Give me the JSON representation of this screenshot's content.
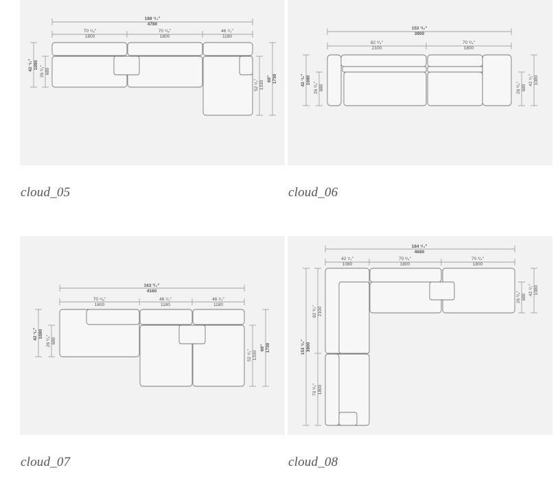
{
  "items": [
    {
      "caption": "cloud_05",
      "dims": {
        "total_in": "188 ¹/₄\"",
        "total_mm": "4780",
        "seg1_in": "70 ⁵/₈\"",
        "seg1_mm": "1800",
        "seg2_in": "70 ⁵/₈\"",
        "seg2_mm": "1800",
        "seg3_in": "46 ¹/₂\"",
        "seg3_mm": "1180",
        "h_outer_in": "42 ¹/₂\"",
        "h_outer_mm": "1080",
        "h_inner_in": "26 ³/₄\"",
        "h_inner_mm": "680",
        "depth_inner_in": "52 ¹/₂\"",
        "depth_inner_mm": "1330",
        "depth_outer_in": "68\"",
        "depth_outer_mm": "1730"
      }
    },
    {
      "caption": "cloud_06",
      "dims": {
        "total_in": "153 ¹/₂\"",
        "total_mm": "3900",
        "seg1_in": "82 ³/₄\"",
        "seg1_mm": "2100",
        "seg2_in": "70 ³/₄\"",
        "seg2_mm": "1800",
        "h_outer_in": "42 ¹/₂\"",
        "h_outer_mm": "1080",
        "h_inner_in": "26 ³/₄\"",
        "h_inner_mm": "680",
        "r_inner_in": "26 ³/₄\"",
        "r_inner_mm": "680",
        "r_outer_in": "42 ¹/₂\"",
        "r_outer_mm": "1080"
      }
    },
    {
      "caption": "cloud_07",
      "dims": {
        "total_in": "163 ³/₄\"",
        "total_mm": "4160",
        "seg1_in": "70 ⁵/₈\"",
        "seg1_mm": "1800",
        "seg2_in": "46 ¹/₂\"",
        "seg2_mm": "1180",
        "seg3_in": "46 ¹/₂\"",
        "seg3_mm": "1180",
        "h_outer_in": "42 ¹/₂\"",
        "h_outer_mm": "1080",
        "h_inner_in": "26 ³/₄\"",
        "h_inner_mm": "680",
        "depth_inner_in": "52 ¹/₂\"",
        "depth_inner_mm": "1330",
        "depth_outer_in": "68\"",
        "depth_outer_mm": "1730"
      }
    },
    {
      "caption": "cloud_08",
      "dims": {
        "total_in": "184 ¹/₄\"",
        "total_mm": "4680",
        "seg1_in": "42 ¹/₂\"",
        "seg1_mm": "1080",
        "seg2_in": "70 ³/₄\"",
        "seg2_mm": "1800",
        "seg3_in": "70 ³/₄\"",
        "seg3_mm": "1800",
        "left_total_in": "153 ¹/₂\"",
        "left_total_mm": "3900",
        "left_upper_in": "82 ³/₄\"",
        "left_upper_mm": "2100",
        "left_lower_in": "70 ³/₄\"",
        "left_lower_mm": "1800",
        "r_inner_in": "26 ³/₄\"",
        "r_inner_mm": "680",
        "r_outer_in": "42 ¹/₂\"",
        "r_outer_mm": "1080"
      }
    }
  ]
}
